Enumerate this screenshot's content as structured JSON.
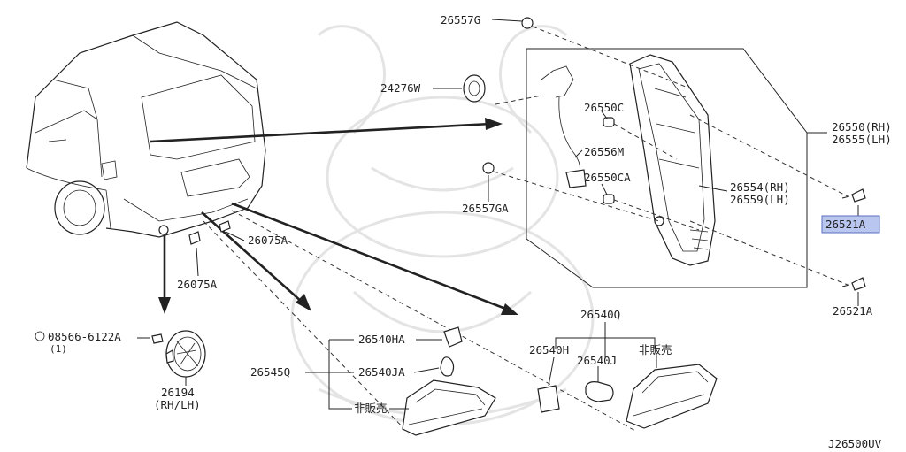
{
  "labels": {
    "p26557G": "26557G",
    "p24276W": "24276W",
    "p26550C": "26550C",
    "p26556M": "26556M",
    "p26550CA": "26550CA",
    "p26557GA": "26557GA",
    "p26550RH": "26550(RH)",
    "p26555LH": "26555(LH)",
    "p26554RH": "26554(RH)",
    "p26559LH": "26559(LH)",
    "p26521A_top": "26521A",
    "p26521A_bottom": "26521A",
    "p26075A_right": "26075A",
    "p26075A_left": "26075A",
    "p08566": "08566-6122A",
    "p08566_qty": "(1)",
    "p26194": "26194",
    "p26194_side": "(RH/LH)",
    "p26540HA": "26540HA",
    "p26545Q": "26545Q",
    "p26540JA": "26540JA",
    "not_sold_left": "非販売",
    "p26540Q": "26540Q",
    "p26540H": "26540H",
    "p26540J": "26540J",
    "not_sold_right": "非販売",
    "diagram_code": "J26500UV"
  },
  "colors": {
    "highlight_fill": "#b9c6f0",
    "highlight_stroke": "#5a6fc0",
    "ink": "#222222",
    "watermark": "#e4e4e4"
  }
}
